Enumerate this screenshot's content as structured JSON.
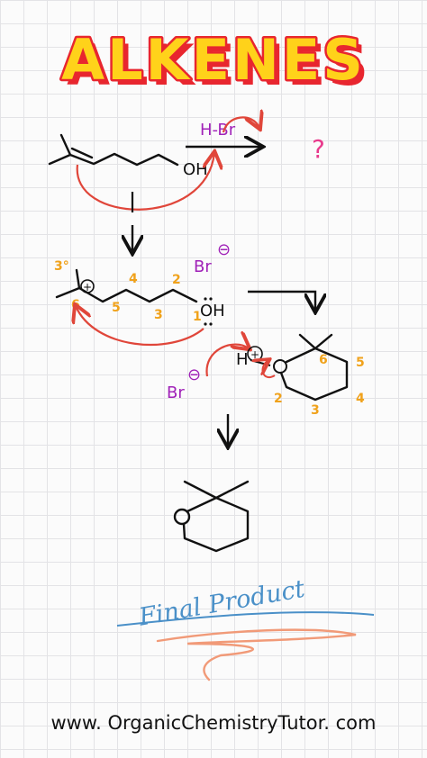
{
  "title": "ALKENES",
  "reagent": "H-Br",
  "question_mark": "?",
  "bromide": "Br",
  "bromide_charge": "⊖",
  "oxygen_oh": "OH",
  "oxygen_label": "O",
  "hydrogen": "H",
  "plus_charge": "⊕",
  "tertiary_label": "3°",
  "numbers_chain": [
    "6",
    "5",
    "4",
    "3",
    "2",
    "1"
  ],
  "numbers_ring": [
    "6",
    "5",
    "4",
    "3",
    "2"
  ],
  "final_label": "Final Product",
  "footer": "www. OrganicChemistryTutor. com",
  "colors": {
    "title_fill": "#ffd21a",
    "title_outline": "#e8262f",
    "mechanism_arrow": "#e0463a",
    "bromide": "#a022b8",
    "numbering": "#f0a21b",
    "final_label": "#4a90c8",
    "underline": "#f19a78"
  }
}
